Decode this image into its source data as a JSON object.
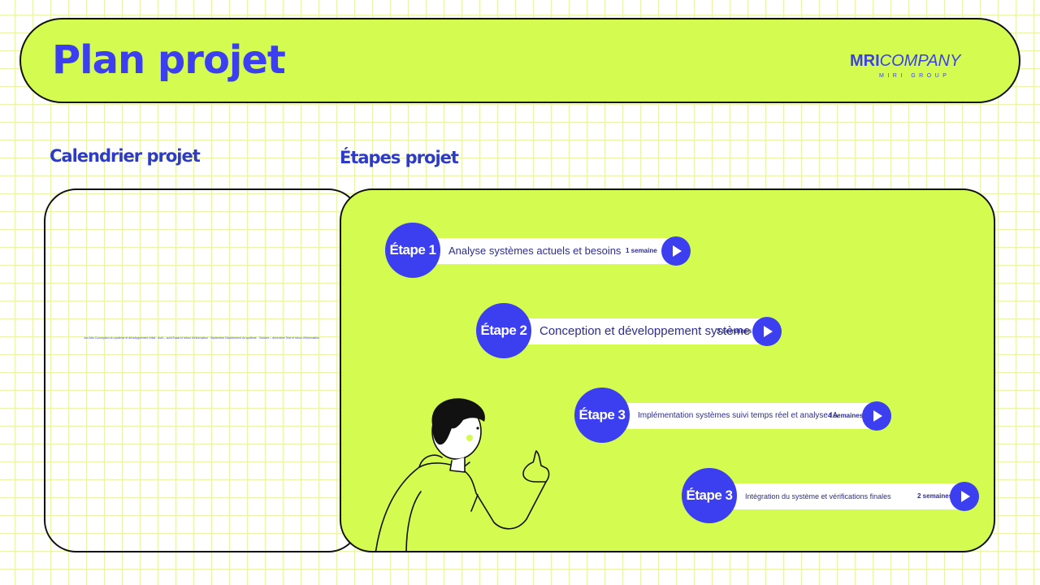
{
  "header": {
    "title": "Plan projet",
    "logo_main": "MRI",
    "logo_company": "COMPANY",
    "logo_sub": "MIRI GROUP"
  },
  "calendar": {
    "heading": "Calendrier projet",
    "text": "Jan-Mar Conception du système et développement initial · Avril – août Essai et retour d'information · Septembre Déploiement du système · Octobre – décembre Test et retour d'information"
  },
  "steps": {
    "heading": "Étapes projet",
    "items": [
      {
        "label": "Étape 1",
        "desc": "Analyse systèmes actuels et besoins",
        "duration": "1 semaine"
      },
      {
        "label": "Étape 2",
        "desc": "Conception et développement système",
        "duration": "3 semaines"
      },
      {
        "label": "Étape 3",
        "desc": "Implémentation systèmes suivi temps réel et analyse IA",
        "duration": "4 semaines"
      },
      {
        "label": "Étape 3",
        "desc": "Intégration du système et vérifications finales",
        "duration": "2 semaines"
      }
    ]
  },
  "icons": [
    "play-icon",
    "person-pointing-illustration",
    "logo-arch-icon"
  ],
  "colors": {
    "accent": "#3b3ff0",
    "lime": "#d4fc50",
    "heading_blue": "#2e3bc9",
    "outline": "#111111"
  }
}
